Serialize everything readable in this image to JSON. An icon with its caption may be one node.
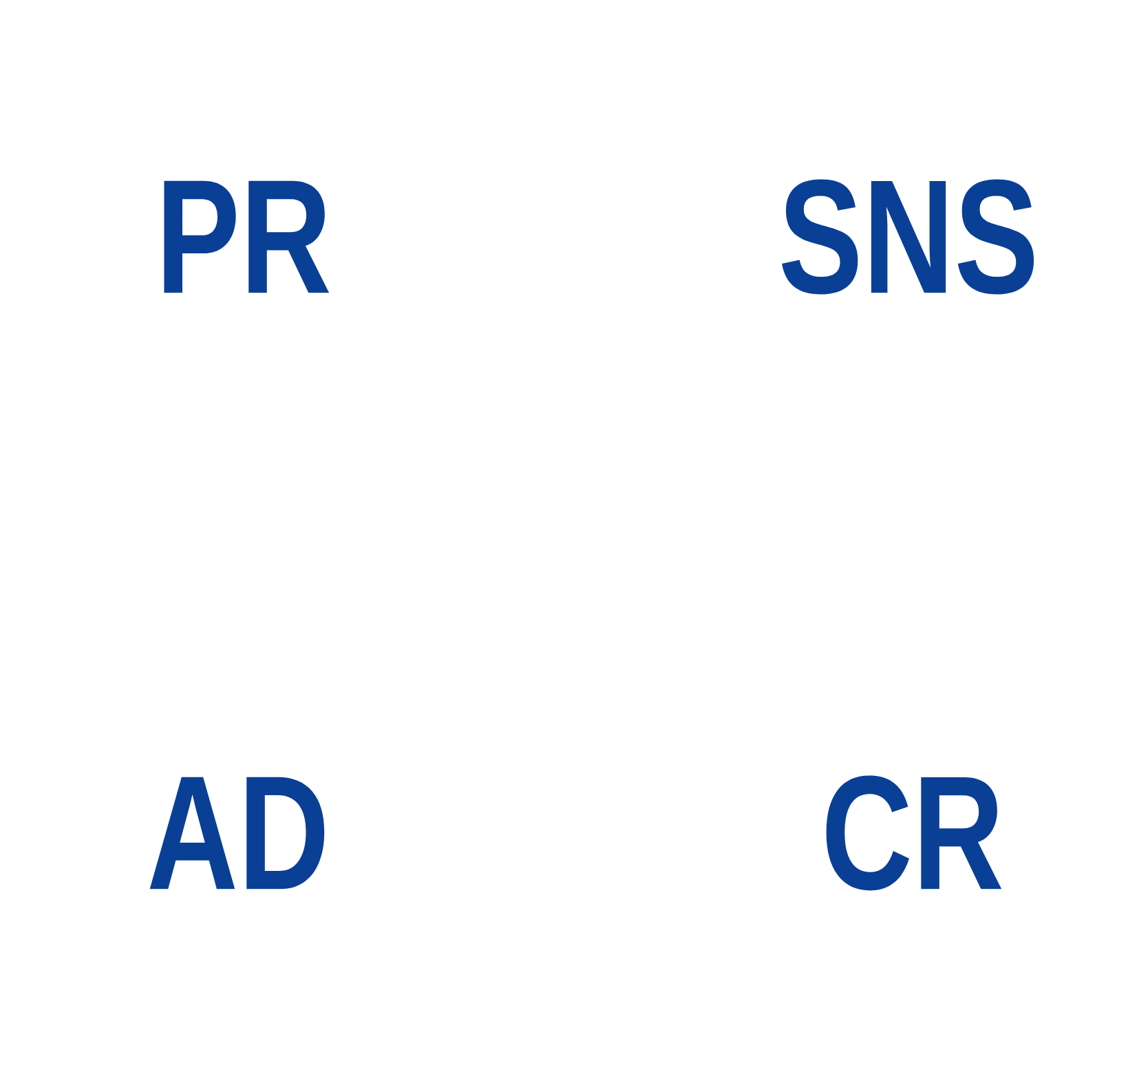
{
  "diagram": {
    "labels": [
      "PR",
      "SNS",
      "AD",
      "CR"
    ]
  }
}
